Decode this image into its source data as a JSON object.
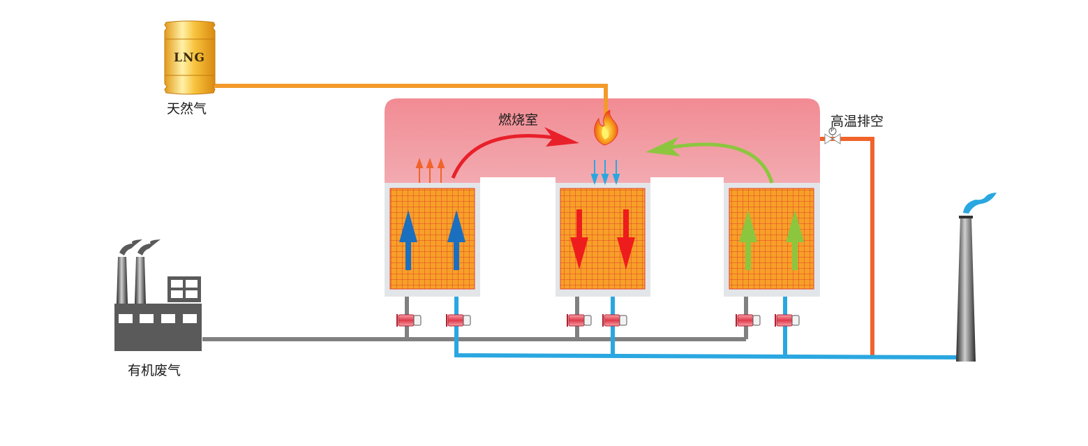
{
  "diagram": {
    "labels": {
      "lng_tank": "LNG",
      "natural_gas": "天然气",
      "combustion_chamber": "燃烧室",
      "high_temp_exhaust": "高温排空",
      "organic_waste_gas": "有机废气",
      "pressure_gauge": "P"
    },
    "colors": {
      "gas_pipe": "#f39a2b",
      "exhaust_pipe": "#f0632b",
      "waste_gas_pipe": "#808080",
      "clean_pipe": "#2aa7e0",
      "chamber_top": "#f28b93",
      "chamber_bottom": "#f6e4e6",
      "media": "#f7a028",
      "media_grid": "#e0402a",
      "arrow_blue": "#1a6fbf",
      "arrow_red": "#ee1c1c",
      "arrow_green": "#8cc63f",
      "valve": "#e04050"
    },
    "beds": [
      {
        "name": "bed-left",
        "flow": "up",
        "arrow_color": "blue"
      },
      {
        "name": "bed-middle",
        "flow": "down",
        "arrow_color": "red"
      },
      {
        "name": "bed-right",
        "flow": "up",
        "arrow_color": "green"
      }
    ],
    "icons": [
      "lng-tank-icon",
      "burner-flame-icon",
      "factory-icon",
      "chimney-icon",
      "valve-icon",
      "pressure-gauge-icon"
    ]
  }
}
